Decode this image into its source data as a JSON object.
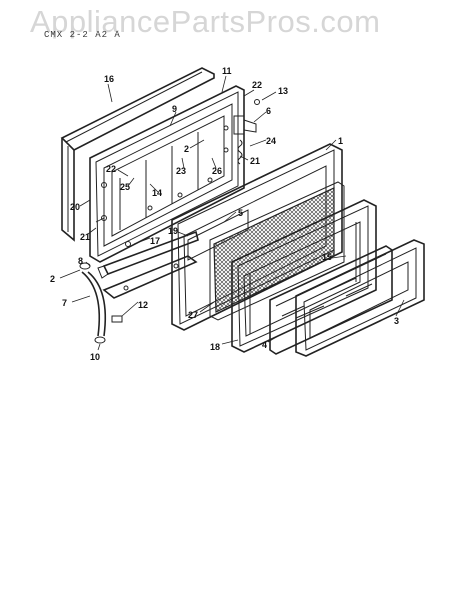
{
  "watermark": "AppliancePartsPros.com",
  "header_code": "CMX 2-2 A2 A",
  "footer_text": "",
  "parts": {
    "p1": "1",
    "p2a": "2",
    "p2b": "2",
    "p3": "3",
    "p4": "4",
    "p5": "5",
    "p6": "6",
    "p7": "7",
    "p8": "8",
    "p9": "9",
    "p10": "10",
    "p11": "11",
    "p12": "12",
    "p13": "13",
    "p14": "14",
    "p15": "15",
    "p16": "16",
    "p17": "17",
    "p18": "18",
    "p19": "19",
    "p20": "20",
    "p21a": "21",
    "p21b": "21",
    "p22a": "22",
    "p22b": "22",
    "p23": "23",
    "p24": "24",
    "p25": "25",
    "p26": "26",
    "p27": "27"
  },
  "colors": {
    "line": "#222222",
    "watermark": "#d6d6d6",
    "background": "#ffffff"
  }
}
